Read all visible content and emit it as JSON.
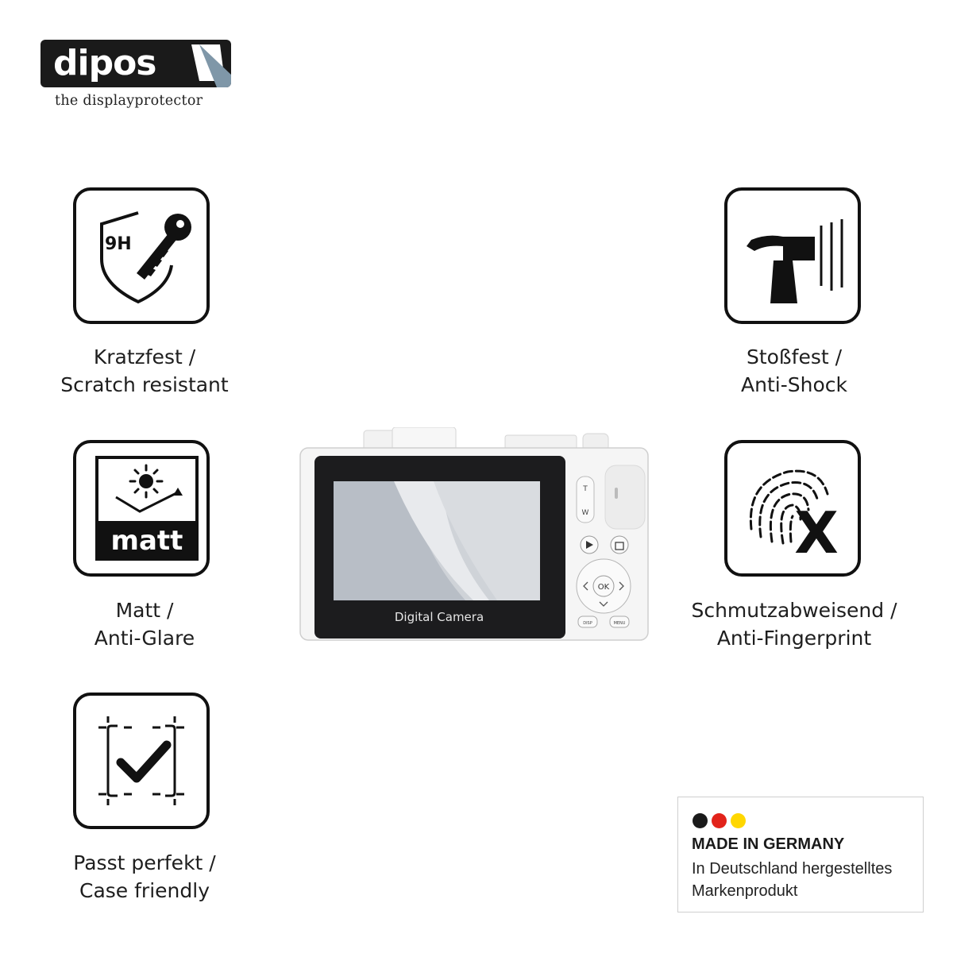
{
  "brand": {
    "name": "dipos",
    "tagline": "the displayprotector"
  },
  "features": [
    {
      "icon": "shield-key-9h-icon",
      "badge": "9H",
      "line1": "Kratzfest /",
      "line2": "Scratch resistant"
    },
    {
      "icon": "hammer-impact-icon",
      "line1": "Stoßfest /",
      "line2": "Anti-Shock"
    },
    {
      "icon": "matt-sun-icon",
      "badge": "matt",
      "line1": "Matt /",
      "line2": "Anti-Glare"
    },
    {
      "icon": "fingerprint-x-icon",
      "line1": "Schmutzabweisend /",
      "line2": "Anti-Fingerprint"
    },
    {
      "icon": "checkmark-frame-icon",
      "line1": "Passt perfekt /",
      "line2": "Case friendly"
    }
  ],
  "camera": {
    "screen_label": "Digital Camera",
    "zoom_tele": "T",
    "zoom_wide": "W",
    "ok_label": "OK",
    "disp_label": "DISP",
    "menu_label": "MENU"
  },
  "made_in_germany": {
    "title": "MADE IN GERMANY",
    "line1": "In Deutschland hergestelltes",
    "line2": "Markenprodukt",
    "flag_colors": [
      "#1a1a1a",
      "#e2231a",
      "#ffd700"
    ]
  },
  "colors": {
    "ink": "#111111",
    "logo_bg": "#1a1a1a",
    "logo_fold": "#7f97a8"
  }
}
